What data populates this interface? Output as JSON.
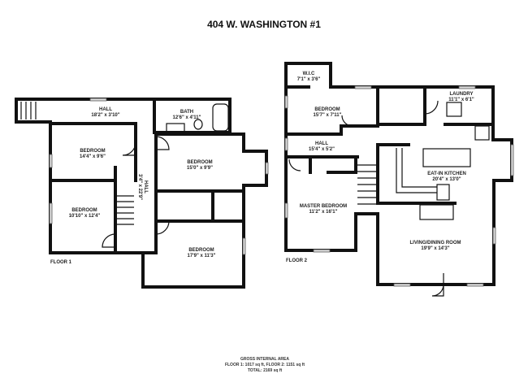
{
  "title": "404 W. WASHINGTON  #1",
  "floor1": {
    "label": "FLOOR 1",
    "rooms": [
      {
        "name": "HALL",
        "dims": "18'2\" x 3'10\""
      },
      {
        "name": "BATH",
        "dims": "12'6\" x 4'11\""
      },
      {
        "name": "BEDROOM",
        "dims": "14'4\" x 9'6\""
      },
      {
        "name": "BEDROOM",
        "dims": "15'0\" x 9'9\""
      },
      {
        "name": "BEDROOM",
        "dims": "10'10\" x 12'4\""
      },
      {
        "name": "BEDROOM",
        "dims": "17'9\" x 11'3\""
      },
      {
        "name": "HALL",
        "dims": "3'4\" x 22'9\""
      }
    ]
  },
  "floor2": {
    "label": "FLOOR 2",
    "rooms": [
      {
        "name": "W.I.C",
        "dims": "7'1\" x 3'6\""
      },
      {
        "name": "BEDROOM",
        "dims": "15'7\" x 7'11\""
      },
      {
        "name": "LAUNDRY",
        "dims": "11'1\" x 6'1\""
      },
      {
        "name": "HALL",
        "dims": "15'4\" x 5'2\""
      },
      {
        "name": "EAT-IN KITCHEN",
        "dims": "20'4\" x 13'0\""
      },
      {
        "name": "MASTER BEDROOM",
        "dims": "11'2\" x 16'1\""
      },
      {
        "name": "LIVING/DINING ROOM",
        "dims": "19'9\" x 14'3\""
      }
    ]
  },
  "area": {
    "heading": "GROSS INTERNAL AREA",
    "floors": "FLOOR 1: 1017 sq ft, FLOOR 2: 1151 sq ft",
    "total": "TOTAL: 2169 sq ft"
  }
}
